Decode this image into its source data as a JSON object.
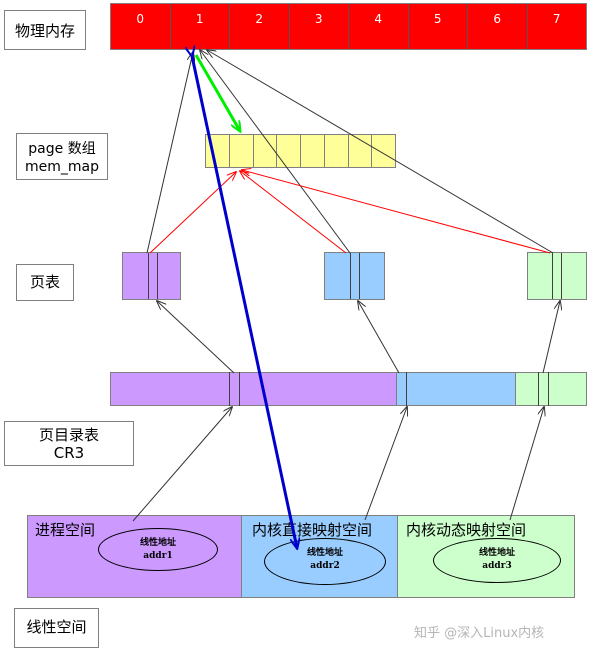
{
  "labels": {
    "physical_memory": "物理内存",
    "page_array_line1": "page 数组",
    "page_array_line2": "mem_map",
    "page_table": "页表",
    "page_directory_line1": "页目录表",
    "page_directory_line2": "CR3",
    "linear_space": "线性空间"
  },
  "memory_cells": [
    "0",
    "1",
    "2",
    "3",
    "4",
    "5",
    "6",
    "7"
  ],
  "regions": {
    "process": {
      "title": "进程空间",
      "addr_line1": "线性地址",
      "addr_line2": "addr1",
      "color": "#cc99ff"
    },
    "direct": {
      "title": "内核直接映射空间",
      "addr_line1": "线性地址",
      "addr_line2": "addr2",
      "color": "#99ccff"
    },
    "dynamic": {
      "title": "内核动态映射空间",
      "addr_line1": "线性地址",
      "addr_line2": "addr3",
      "color": "#ccffcc"
    }
  },
  "colors": {
    "memory": "#ff0000",
    "page_array": "#ffff99",
    "arrow_black": "#333333",
    "arrow_red": "#ff0000",
    "arrow_green": "#00ee00",
    "arrow_blue": "#0000cc"
  },
  "watermark": "知乎 @深入Linux内核"
}
